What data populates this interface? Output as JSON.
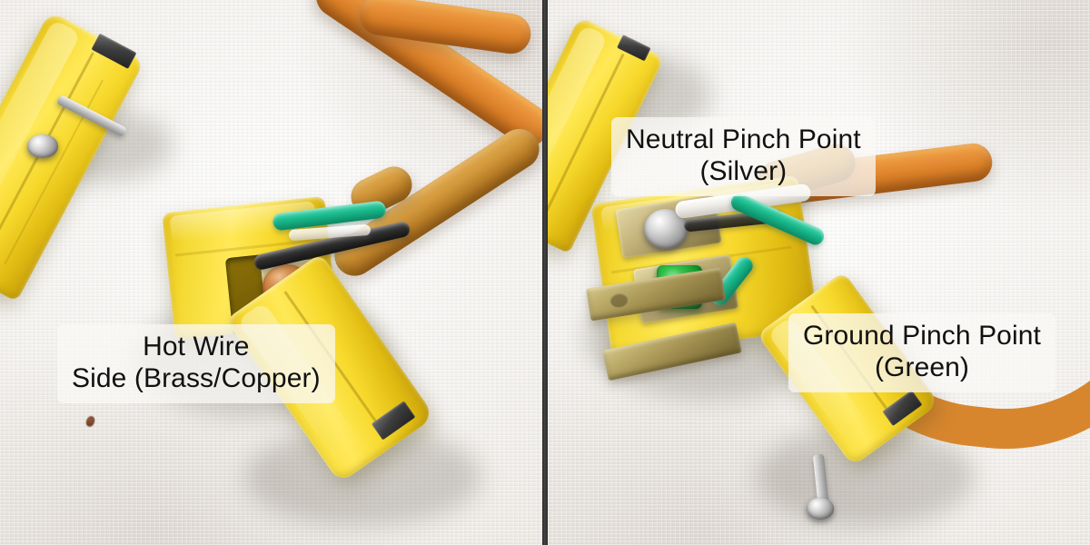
{
  "image": {
    "kind": "annotated-photo",
    "subject": "Two close-up photos of a yellow replaceable electrical plug with an orange extension cord, annotated with wiring terminal labels",
    "layout": "side-by-side two-panel comparison separated by a dark vertical divider",
    "background_color": "#f4f2ef",
    "divider_color": "#383838"
  },
  "panels": [
    {
      "id": "left",
      "name": "hot-wire-side-photo",
      "description": "Yellow plug housing opened, showing brass/copper screw terminal with black hot wire and green ground wire entering from an orange cord",
      "labels": [
        {
          "name": "hot-wire-side-label",
          "line1": "Hot Wire",
          "line2": "Side (Brass/Copper)",
          "background": "rgba(250,249,246,0.76)",
          "text_color": "#111111"
        }
      ],
      "objects": [
        {
          "name": "plug-body",
          "color": "#f5da33"
        },
        {
          "name": "brass-copper-terminal-screw",
          "color": "#b56a28"
        },
        {
          "name": "black-hot-wire",
          "color": "#1c1c1c"
        },
        {
          "name": "green-ground-wire",
          "color": "#14a87e"
        },
        {
          "name": "orange-cord",
          "color": "#df8d33"
        },
        {
          "name": "silver-assembly-screw",
          "color": "#b9b9b9"
        }
      ]
    },
    {
      "id": "right",
      "name": "neutral-and-ground-photo",
      "description": "Yellow plug with brass blade prongs showing a silver screw terminal with white neutral wire and a green hex screw with green ground wire; orange cord loops behind",
      "labels": [
        {
          "name": "neutral-pinch-point-label",
          "line1": "Neutral Pinch Point",
          "line2": "(Silver)",
          "background": "rgba(250,249,246,0.76)",
          "text_color": "#111111"
        },
        {
          "name": "ground-pinch-point-label",
          "line1": "Ground Pinch Point",
          "line2": "(Green)",
          "background": "rgba(250,249,246,0.76)",
          "text_color": "#111111"
        }
      ],
      "objects": [
        {
          "name": "plug-body",
          "color": "#f5da33"
        },
        {
          "name": "silver-neutral-terminal-screw",
          "color": "#c8c8c8"
        },
        {
          "name": "green-ground-terminal-screw",
          "color": "#11a02d"
        },
        {
          "name": "white-neutral-wire",
          "color": "#f3f1ec"
        },
        {
          "name": "green-ground-wire",
          "color": "#14a87e"
        },
        {
          "name": "brass-prong-blade",
          "color": "#a89551"
        },
        {
          "name": "orange-cord",
          "color": "#df8d33"
        },
        {
          "name": "silver-assembly-screw",
          "color": "#b9b9b9"
        }
      ]
    }
  ]
}
